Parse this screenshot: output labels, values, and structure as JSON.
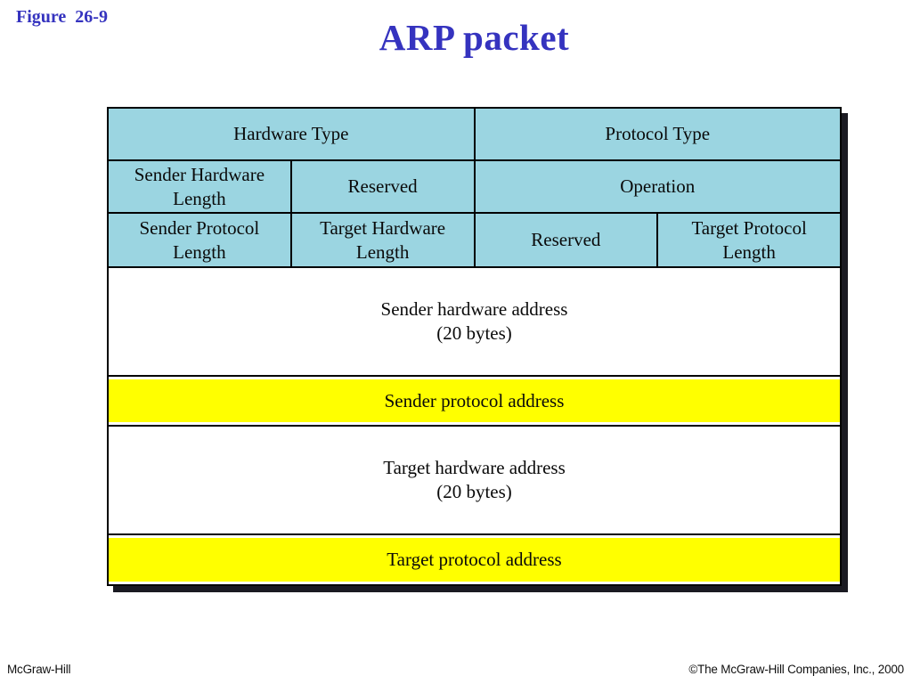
{
  "figure_label": "Figure  26-9",
  "title": "ARP packet",
  "footer": {
    "left": "McGraw-Hill",
    "right": "©The McGraw-Hill Companies, Inc., 2000"
  },
  "colors": {
    "title_blue": "#3533BF",
    "field_blue": "#9BD5E1",
    "field_yellow": "#FFFF00",
    "field_white": "#FFFFFF",
    "border": "#000000",
    "shadow": "#1A1A22"
  },
  "packet": {
    "rows": [
      {
        "row": 1,
        "cells": [
          {
            "label": "Hardware Type",
            "span": 2,
            "bg": "blue"
          },
          {
            "label": "Protocol Type",
            "span": 2,
            "bg": "blue"
          }
        ]
      },
      {
        "row": 2,
        "cells": [
          {
            "label": "Sender Hardware\nLength",
            "span": 1,
            "bg": "blue"
          },
          {
            "label": "Reserved",
            "span": 1,
            "bg": "blue"
          },
          {
            "label": "Operation",
            "span": 2,
            "bg": "blue"
          }
        ]
      },
      {
        "row": 3,
        "cells": [
          {
            "label": "Sender Protocol\nLength",
            "span": 1,
            "bg": "blue"
          },
          {
            "label": "Target Hardware\nLength",
            "span": 1,
            "bg": "blue"
          },
          {
            "label": "Reserved",
            "span": 1,
            "bg": "blue"
          },
          {
            "label": "Target Protocol\nLength",
            "span": 1,
            "bg": "blue"
          }
        ]
      },
      {
        "row": 4,
        "cells": [
          {
            "label": "Sender hardware address\n(20 bytes)",
            "span": 4,
            "bg": "white"
          }
        ]
      },
      {
        "row": 5,
        "cells": [
          {
            "label": "Sender protocol address",
            "span": 4,
            "bg": "yellow"
          }
        ]
      },
      {
        "row": 6,
        "cells": [
          {
            "label": "Target hardware address\n(20 bytes)",
            "span": 4,
            "bg": "white"
          }
        ]
      },
      {
        "row": 7,
        "cells": [
          {
            "label": "Target protocol address",
            "span": 4,
            "bg": "yellow"
          }
        ]
      }
    ]
  }
}
